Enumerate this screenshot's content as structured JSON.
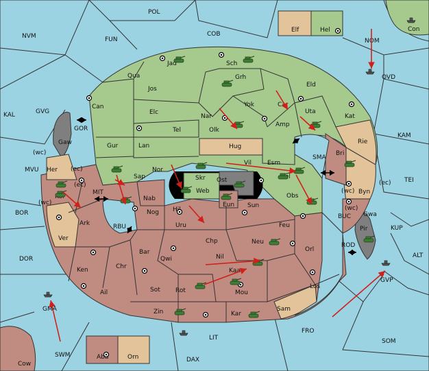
{
  "map_title": "",
  "regions": {
    "pol": "POL",
    "nvm": "NVM",
    "fun": "FUN",
    "cob": "COB",
    "elf": "Elf",
    "hel": "Hel",
    "con": "Con",
    "nom": "NOM",
    "ovd": "OVD",
    "kal": "KAL",
    "gvg": "GVG",
    "gor": "GOR",
    "gaw": "Gaw",
    "jad": "Jad",
    "sch": "Sch",
    "qua": "Qua",
    "jos": "Jos",
    "grh": "Grh",
    "eld": "Eld",
    "can": "Can",
    "yok": "Yok",
    "car": "Car",
    "uta": "Uta",
    "kat": "Kat",
    "nar": "Nar",
    "elc": "Elc",
    "tel": "Tel",
    "olk": "Olk",
    "amp": "Amp",
    "kam": "KAM",
    "rie": "Rie",
    "gur": "Gur",
    "lan": "Lan",
    "hug": "Hug",
    "sma": "SMA",
    "bri": "Bri",
    "wc": "(wc)",
    "ec": "(ec)",
    "mvu": "MVU",
    "her": "Her",
    "nor": "Nor",
    "skr": "Skr",
    "vil": "Vil",
    "esm": "Esm",
    "tei": "TEI",
    "sap": "Sap",
    "web": "Web",
    "ost": "Ost",
    "mel": "Mel",
    "byn": "Byn",
    "mit": "MIT",
    "kor": "Kor",
    "nab": "Nab",
    "eun": "Eun",
    "sun": "Sun",
    "obs": "Obs",
    "gwa": "Gwa",
    "bor": "BOR",
    "ark": "Ark",
    "rbu": "RBU",
    "nog": "Nog",
    "hil": "Hil",
    "uru": "Uru",
    "feu": "Feu",
    "buc": "BUC",
    "kup": "KUP",
    "pir": "Pir",
    "ver": "Ver",
    "chp": "Chp",
    "neu": "Neu",
    "orl": "Orl",
    "rod": "ROD",
    "dor": "DOR",
    "bar": "Bar",
    "qwi": "Qwi",
    "nil": "Nil",
    "alt": "ALT",
    "ken": "Ken",
    "chr": "Chr",
    "kaa": "Kaa",
    "gvp": "GVP",
    "ail": "Ail",
    "sot": "Sot",
    "rot": "Rot",
    "mou": "Mou",
    "los": "Los",
    "gma": "GMA",
    "zin": "Zin",
    "kar": "Kar",
    "sam": "Sam",
    "fro": "FRO",
    "lit": "LIT",
    "som": "SOM",
    "swm": "SWM",
    "aba": "Aba",
    "orn": "Orn",
    "dax": "DAX",
    "cow": "Cow"
  },
  "unit_icons": {
    "army": "tank-icon",
    "fleet": "ship-icon",
    "supply_center": "supply-center-dot",
    "order": "move-arrow"
  },
  "colors": {
    "sea": "#9cd3e3",
    "green_power": "#a6c98d",
    "red_power": "#c08b80",
    "neutral": "#e3c39a",
    "impassable": "#7f7f7f",
    "order_arrow": "#d0201a"
  }
}
